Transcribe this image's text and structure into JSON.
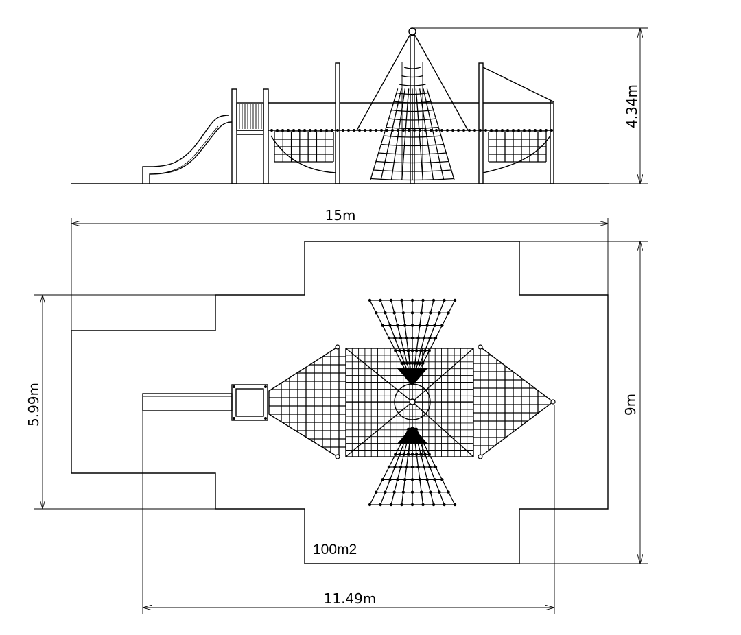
{
  "dimensions": {
    "height": "4.34m",
    "length": "15m",
    "width": "9m",
    "inner_width": "5.99m",
    "inner_length": "11.49m"
  },
  "area": "100m2",
  "colors": {
    "line": "#000000",
    "background": "#ffffff"
  }
}
